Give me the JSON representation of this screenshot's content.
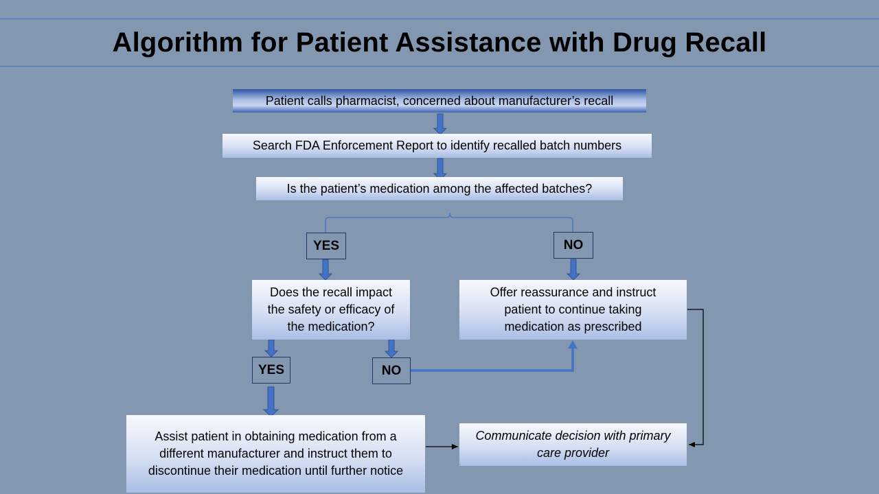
{
  "title": "Algorithm for Patient Assistance with Drug Recall",
  "steps": {
    "start": "Patient calls pharmacist, concerned about manufacturer’s recall",
    "search": "Search FDA Enforcement Report to identify recalled batch numbers",
    "question1": "Is the patient’s medication among the affected batches?",
    "question2": "Does the recall impact the safety or efficacy of the medication?",
    "reassure": "Offer reassurance and instruct patient to continue taking medication as prescribed",
    "assist": "Assist patient in obtaining medication from a different manufacturer and instruct them to discontinue their medication until further notice",
    "communicate": "Communicate decision with primary care provider"
  },
  "labels": {
    "yes1": "YES",
    "no1": "NO",
    "yes2": "YES",
    "no2": "NO"
  },
  "colors": {
    "background": "#8497b0",
    "arrow": "#4472c4",
    "connector": "#000000"
  }
}
